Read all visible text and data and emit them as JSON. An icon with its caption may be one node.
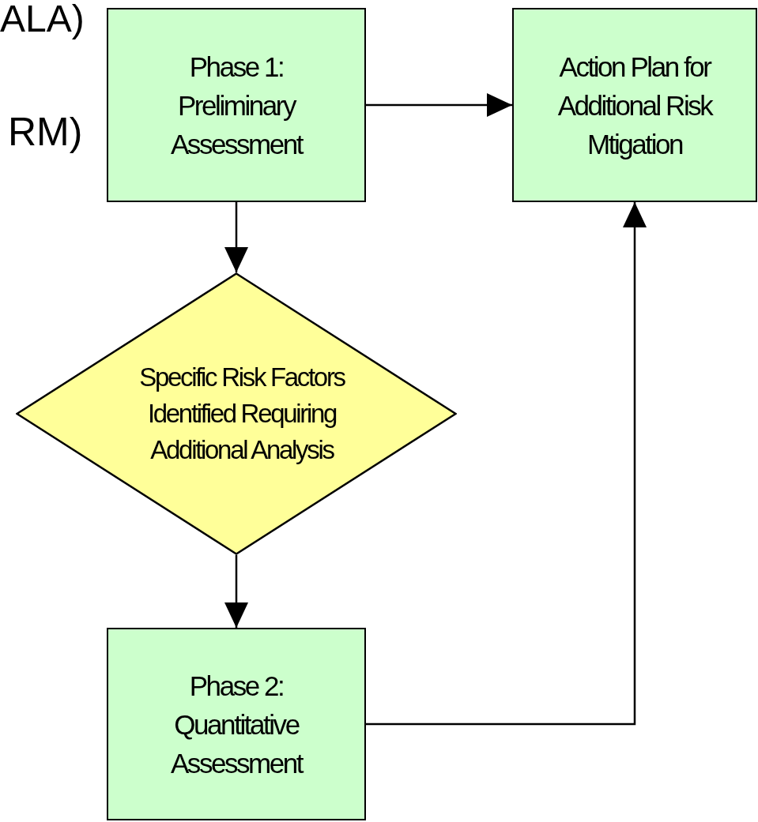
{
  "diagram": {
    "nodes": [
      {
        "text": [
          "Phase 1: Preliminary Assessment"
        ]
      },
      {
        "text": [
          "Action Plan for Additional Risk Mtigation"
        ]
      },
      {
        "text": [
          "Specific Risk Factors Identified Requiring Additional Analysis"
        ]
      },
      {
        "text": [
          "Phase 2: Quantitative Assessment"
        ]
      }
    ],
    "edges": [
      {
        "from": 0,
        "to": 1,
        "arrow": "to"
      },
      {
        "from": 0,
        "to": 2,
        "arrow": "to"
      },
      {
        "from": 2,
        "to": 3,
        "arrow": "to"
      },
      {
        "from": 3,
        "to": 1,
        "arrow": "to"
      }
    ],
    "labels": [
      "ALA)",
      "RM)"
    ]
  }
}
